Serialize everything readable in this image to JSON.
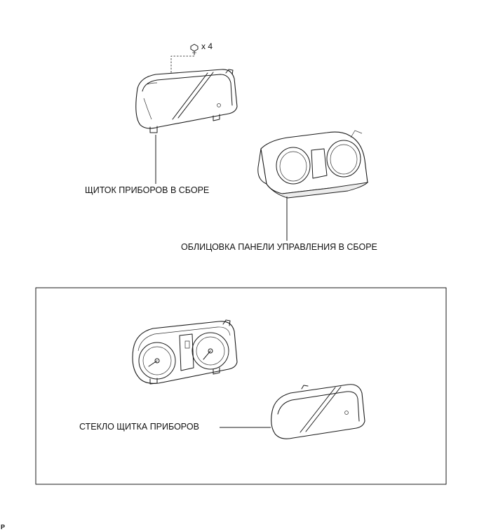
{
  "labels": {
    "cluster": "ЩИТОК ПРИБОРОВ В СБОРЕ",
    "bezel": "ОБЛИЦОВКА ПАНЕЛИ УПРАВЛЕНИЯ В СБОРЕ",
    "lens": "СТЕКЛО ЩИТКА ПРИБОРОВ",
    "screw_qty": "x 4",
    "corner_mark": "P"
  },
  "icons": [
    "screw-icon"
  ],
  "colors": {
    "line": "#1a1a1a",
    "background": "#ffffff"
  }
}
